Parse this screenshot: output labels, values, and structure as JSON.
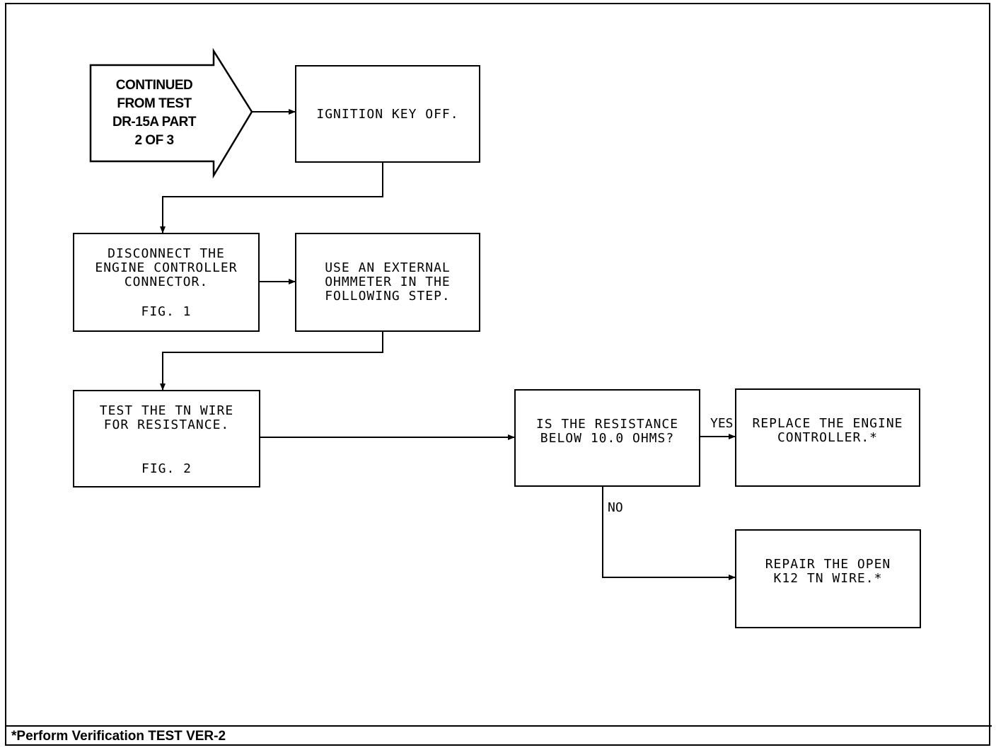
{
  "entry": {
    "lines": [
      "CONTINUED",
      "FROM TEST",
      "DR-15A PART",
      "2 OF 3"
    ]
  },
  "steps": {
    "ignition": {
      "lines": [
        "IGNITION KEY OFF."
      ]
    },
    "disconnect": {
      "lines": [
        "DISCONNECT THE",
        "ENGINE CONTROLLER",
        "CONNECTOR."
      ],
      "figure": "FIG. 1"
    },
    "ohmmeter": {
      "lines": [
        "USE AN EXTERNAL",
        "OHMMETER IN THE",
        "FOLLOWING STEP."
      ]
    },
    "test_wire": {
      "lines": [
        "TEST THE TN WIRE",
        "FOR RESISTANCE."
      ],
      "figure": "FIG. 2"
    },
    "decision": {
      "lines": [
        "IS THE RESISTANCE",
        "BELOW 10.0 OHMS?"
      ]
    },
    "replace": {
      "lines": [
        "REPLACE THE ENGINE",
        "CONTROLLER.*"
      ]
    },
    "repair": {
      "lines": [
        "REPAIR THE OPEN",
        "K12 TN WIRE.*"
      ]
    }
  },
  "edges": {
    "yes_label": "YES",
    "no_label": "NO"
  },
  "footnote": "*Perform Verification TEST VER-2"
}
